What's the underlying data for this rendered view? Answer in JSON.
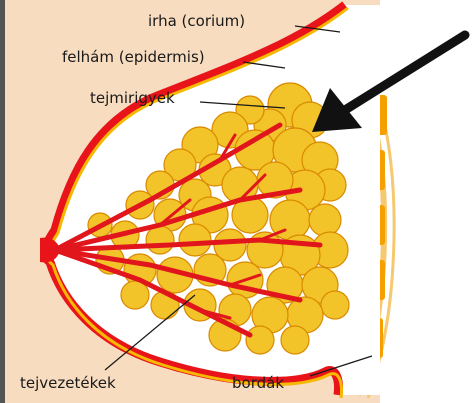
{
  "labels": {
    "corium": "irha (corium)",
    "epidermis": "felhám (epidermis)",
    "glands": "tejmirigyek",
    "ducts": "tejvezetékek",
    "ribs": "bordák"
  },
  "colors": {
    "background": "#f7dcc0",
    "skin_outer": "#e8141a",
    "skin_inner": "#f6b800",
    "gland_fill": "#f3c32a",
    "gland_stroke": "#d98a00",
    "duct": "#e0161c",
    "rib": "#f5a000",
    "chest_wall": "#f6c870",
    "arrow": "#111111"
  },
  "icons": {
    "pointer": "arrow-icon"
  }
}
